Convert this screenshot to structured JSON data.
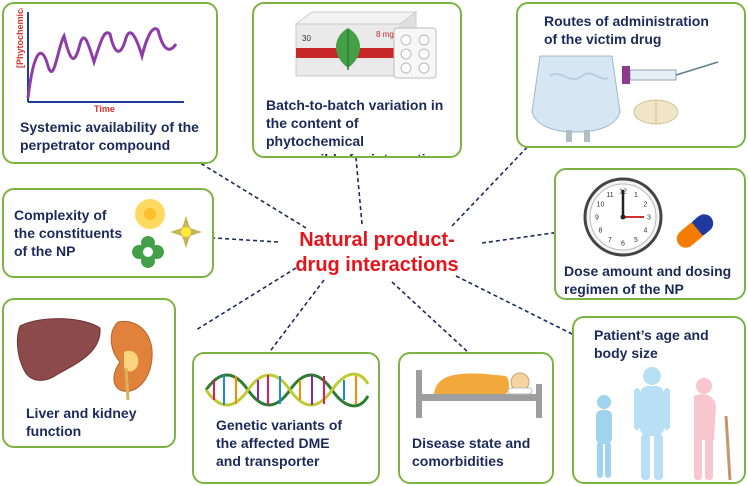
{
  "center": {
    "line1": "Natural product-",
    "line2": "drug interactions"
  },
  "colors": {
    "border": "#7cb342",
    "label": "#1b2a5a",
    "center": "#e8141c",
    "connector": "#1b2a5a"
  },
  "nodes": {
    "systemic": {
      "line1": "Systemic availability of the",
      "line2": "perpetrator compound",
      "chart_ylabel": "[Phytochemical]",
      "chart_xlabel": "Time"
    },
    "batch": {
      "line1": "Batch-to-batch variation in",
      "line2": "the content of phytochemical",
      "line3": "responsible for interaction",
      "pack_dose": "8 mg",
      "pack_count": "30"
    },
    "routes": {
      "line1": "Routes of administration",
      "line2": "of the victim drug"
    },
    "complexity": {
      "line1": "Complexity of",
      "line2": "the constituents",
      "line3": "of the NP"
    },
    "dose": {
      "line1": "Dose amount and dosing",
      "line2": "regimen of the NP",
      "clock_numbers": [
        "12",
        "1",
        "2",
        "3",
        "4",
        "5",
        "6",
        "7",
        "8",
        "9",
        "10",
        "11"
      ]
    },
    "liver": {
      "line1": "Liver and kidney",
      "line2": "function"
    },
    "genetic": {
      "line1": "Genetic variants of",
      "line2": "the affected DME",
      "line3": "and transporter"
    },
    "disease": {
      "line1": "Disease state and",
      "line2": "comorbidities"
    },
    "patient": {
      "line1": "Patient’s age and",
      "line2": "body size"
    }
  }
}
